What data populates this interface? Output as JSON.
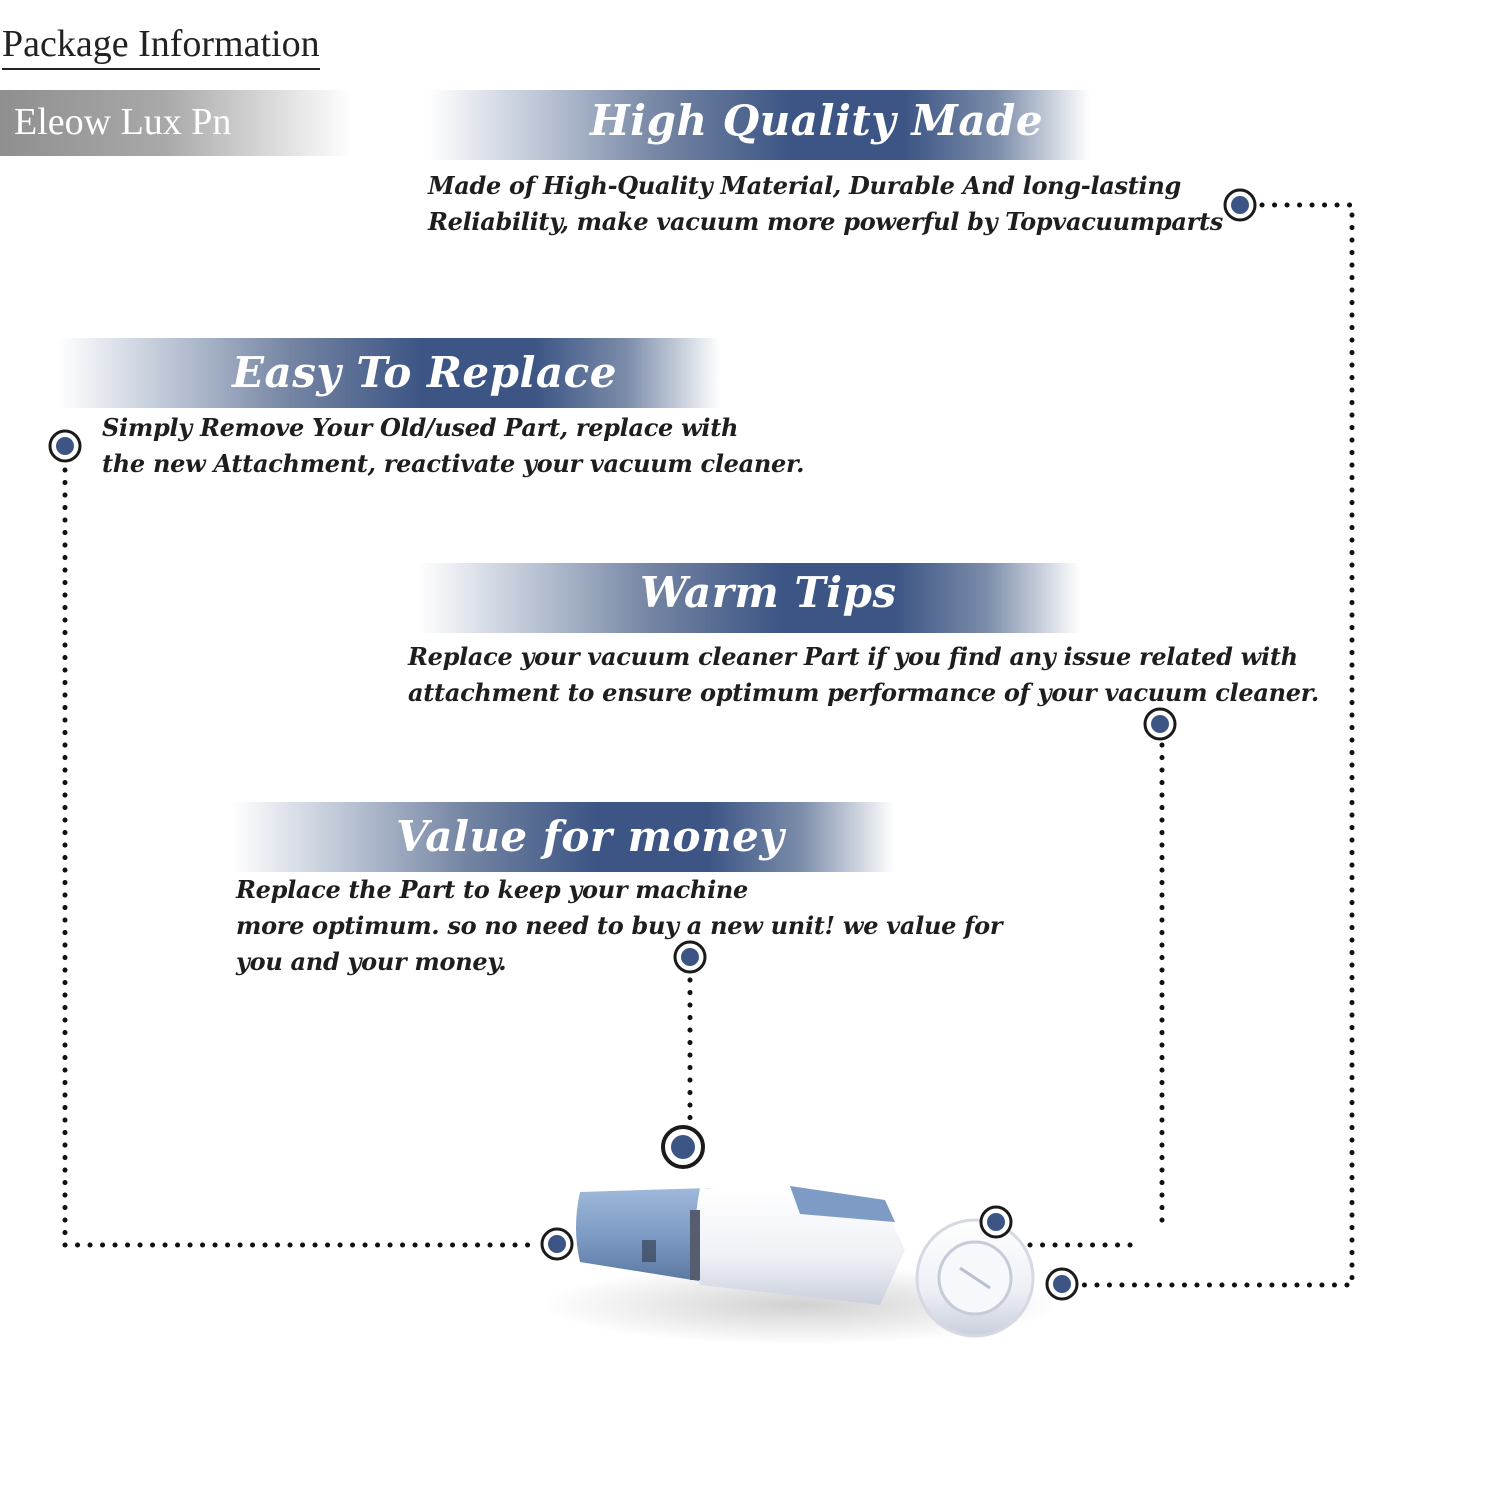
{
  "header": {
    "title": "Package Information",
    "brand": "Eleow Lux Pn"
  },
  "sections": {
    "quality": {
      "heading": "High Quality Made",
      "lines": [
        "Made of  High-Quality Material, Durable And long-lasting",
        "Reliability, make vacuum more powerful by Topvacuumparts"
      ]
    },
    "replace": {
      "heading": "Easy To Replace",
      "lines": [
        "Simply Remove Your Old/used Part, replace with",
        "the new Attachment, reactivate your vacuum cleaner."
      ]
    },
    "tips": {
      "heading": "Warm Tips",
      "lines": [
        "Replace your vacuum cleaner Part if you find any issue related with",
        "attachment to ensure optimum performance of your vacuum cleaner."
      ]
    },
    "value": {
      "heading": "Value for money",
      "lines": [
        "Replace the Part to keep your machine",
        "more optimum. so no need to buy a new unit! we value for",
        "you and your money."
      ]
    }
  },
  "colors": {
    "accent": "#3c5585",
    "product_body": "#7d9bc4",
    "product_white": "#f3f4f8",
    "dots": "#111111"
  },
  "icons": {
    "marker": "target-dot-icon"
  }
}
